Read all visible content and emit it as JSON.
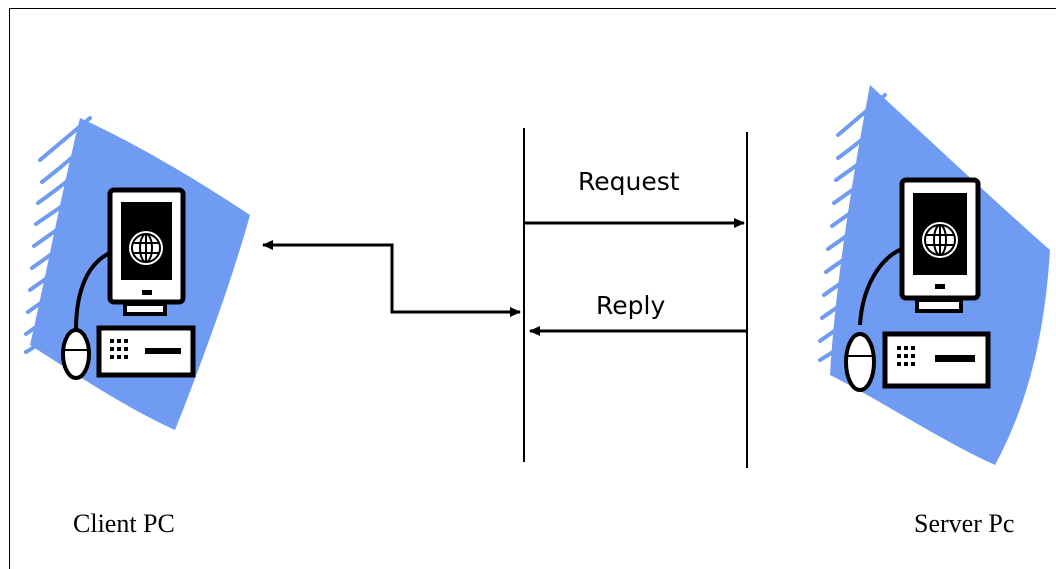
{
  "diagram": {
    "type": "client-server",
    "nodes": {
      "client": {
        "label": "Client PC",
        "icon": "computer-icon"
      },
      "server": {
        "label": "Server Pc",
        "icon": "computer-icon"
      }
    },
    "messages": {
      "request": {
        "label": "Request",
        "direction": "client-to-server"
      },
      "reply": {
        "label": "Reply",
        "direction": "server-to-client"
      }
    },
    "colors": {
      "line": "#000000",
      "swoosh": "#6f9bf2",
      "background": "#ffffff"
    }
  }
}
